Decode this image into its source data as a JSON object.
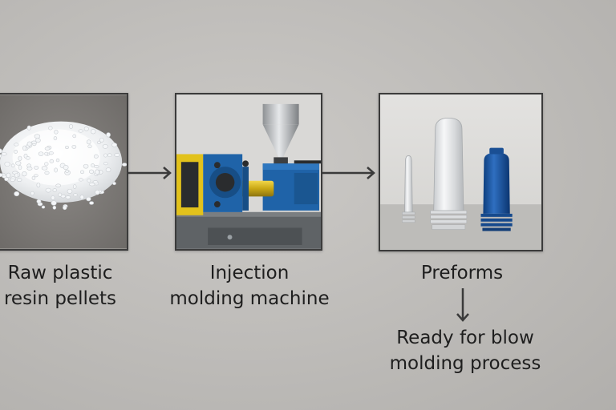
{
  "steps": [
    {
      "label_lines": [
        "Raw plastic",
        "resin pellets"
      ],
      "icon": "resin-pellets-photo"
    },
    {
      "label_lines": [
        "Injection",
        "molding machine"
      ],
      "icon": "injection-molding-machine-photo"
    },
    {
      "label_lines": [
        "Preforms"
      ],
      "icon": "preforms-photo"
    }
  ],
  "next_step": {
    "label_lines": [
      "Ready for blow",
      "molding process"
    ]
  },
  "colors": {
    "background": "#bdbbb8",
    "arrow": "#3a3a3a",
    "text": "#1e1e1e",
    "machine_blue": "#1f63a8",
    "machine_yellow": "#e2c21c"
  }
}
